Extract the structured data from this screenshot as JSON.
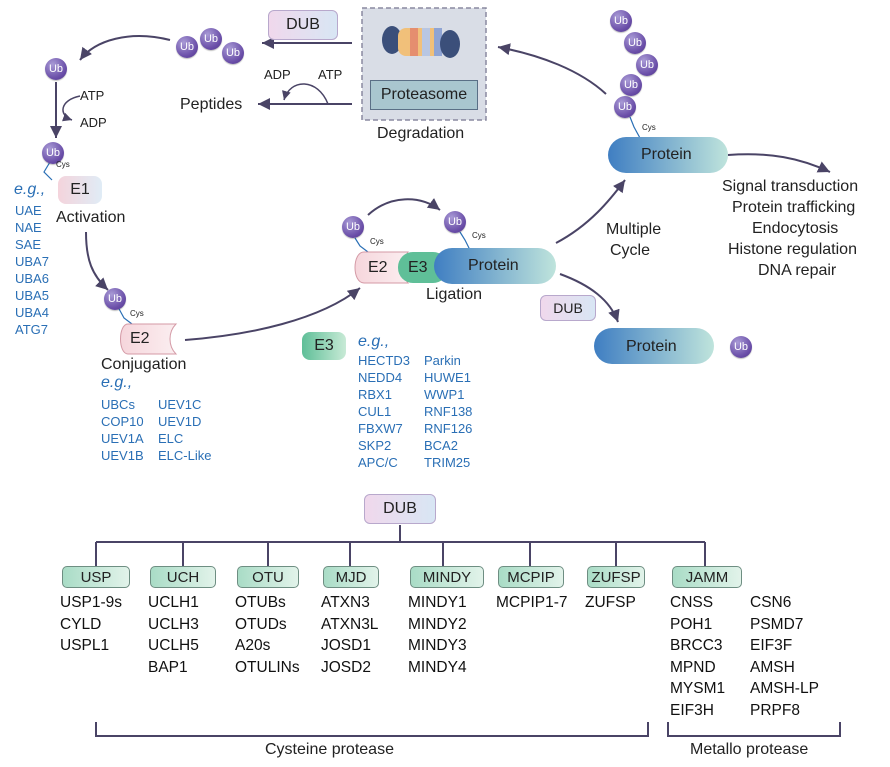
{
  "ub_label": "Ub",
  "cys_label": "Cys",
  "dub_label": "DUB",
  "atp_label": "ATP",
  "adp_label": "ADP",
  "peptides_label": "Peptides",
  "proteasome_label": "Proteasome",
  "degradation_label": "Degradation",
  "e1": {
    "label": "E1",
    "stage": "Activation",
    "eg": "e.g.,",
    "members": [
      "UAE",
      "NAE",
      "SAE",
      "UBA7",
      "UBA6",
      "UBA5",
      "UBA4",
      "ATG7"
    ]
  },
  "e2": {
    "label": "E2",
    "stage": "Conjugation",
    "eg": "e.g.,",
    "col1": [
      "UBCs",
      "COP10",
      "UEV1A",
      "UEV1B"
    ],
    "col2": [
      "UEV1C",
      "UEV1D",
      "ELC",
      "ELC-Like"
    ]
  },
  "ligation": {
    "e2": "E2",
    "e3": "E3",
    "protein": "Protein",
    "stage": "Ligation"
  },
  "e3_list": {
    "label": "E3",
    "eg": "e.g.,",
    "col1": [
      "HECTD3",
      "NEDD4",
      "RBX1",
      "CUL1",
      "FBXW7",
      "SKP2",
      "APC/C"
    ],
    "col2": [
      "Parkin",
      "HUWE1",
      "WWP1",
      "RNF138",
      "RNF126",
      "BCA2",
      "TRIM25"
    ]
  },
  "multiple_cycle": [
    "Multiple",
    "Cycle"
  ],
  "protein_label": "Protein",
  "outcomes": [
    "Signal transduction",
    "Protein trafficking",
    "Endocytosis",
    "Histone regulation",
    "DNA repair"
  ],
  "dub_tree": {
    "root": "DUB",
    "families": [
      {
        "name": "USP",
        "members": [
          "USP1-9s",
          "CYLD",
          "USPL1"
        ]
      },
      {
        "name": "UCH",
        "members": [
          "UCLH1",
          "UCLH3",
          "UCLH5",
          "BAP1"
        ]
      },
      {
        "name": "OTU",
        "members": [
          "OTUBs",
          "OTUDs",
          "A20s",
          "OTULINs"
        ]
      },
      {
        "name": "MJD",
        "members": [
          "ATXN3",
          "ATXN3L",
          "JOSD1",
          "JOSD2"
        ]
      },
      {
        "name": "MINDY",
        "members": [
          "MINDY1",
          "MINDY2",
          "MINDY3",
          "MINDY4"
        ]
      },
      {
        "name": "MCPIP",
        "members": [
          "MCPIP1-7"
        ]
      },
      {
        "name": "ZUFSP",
        "members": [
          "ZUFSP"
        ]
      },
      {
        "name": "JAMM",
        "members": [
          "CNSS",
          "POH1",
          "BRCC3",
          "MPND",
          "MYSM1",
          "EIF3H"
        ],
        "members2": [
          "CSN6",
          "PSMD7",
          "EIF3F",
          "AMSH",
          "AMSH-LP",
          "PRPF8"
        ]
      }
    ],
    "cysteine_label": "Cysteine protease",
    "metallo_label": "Metallo protease"
  },
  "colors": {
    "arrow": "#4a4466",
    "ub": "#6a4ea8",
    "e1": "#f4d4dc",
    "e3": "#5fbf98",
    "protein": "#4f8ec9",
    "family": "#c4e8d8",
    "dub": "#e6d8f0"
  }
}
